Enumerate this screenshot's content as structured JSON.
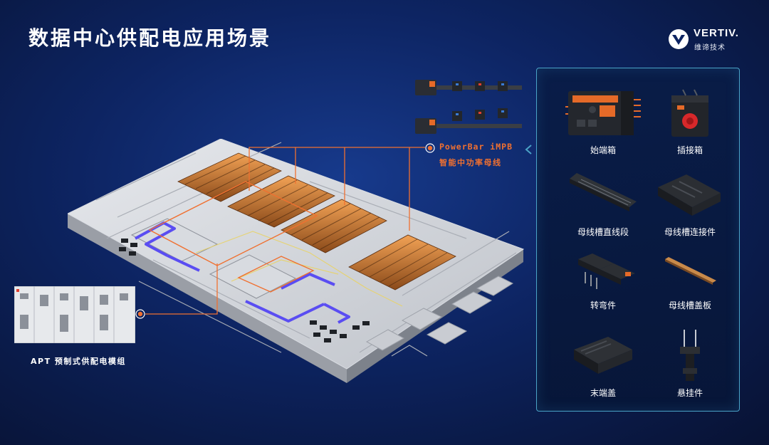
{
  "slide": {
    "title": "数据中心供配电应用场景"
  },
  "brand": {
    "name": "VERTIV.",
    "subtitle": "维谛技术",
    "accent_color": "#f07030",
    "panel_border_color": "#4aa3c7"
  },
  "callouts": {
    "powerbar": {
      "name": "PowerBar iMPB",
      "subtitle": "智能中功率母线"
    },
    "apt": {
      "name": "APT 预制式供配电模组"
    }
  },
  "components": [
    {
      "label": "始端箱",
      "icon": "start-box-icon"
    },
    {
      "label": "插接箱",
      "icon": "plug-in-box-icon"
    },
    {
      "label": "母线槽直线段",
      "icon": "busway-straight-icon"
    },
    {
      "label": "母线槽连接件",
      "icon": "busway-connector-icon"
    },
    {
      "label": "转弯件",
      "icon": "elbow-icon"
    },
    {
      "label": "母线槽盖板",
      "icon": "busway-cover-icon"
    },
    {
      "label": "末端盖",
      "icon": "end-cap-icon"
    },
    {
      "label": "悬挂件",
      "icon": "hanger-icon"
    }
  ]
}
